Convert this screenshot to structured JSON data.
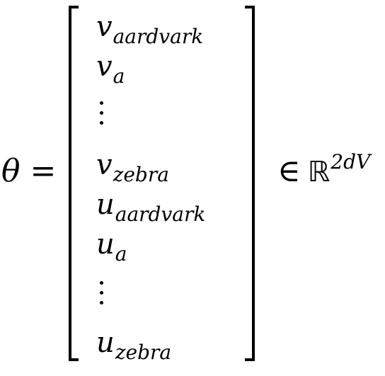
{
  "formula": {
    "lhs_symbol": "θ",
    "equals": "=",
    "entries": [
      {
        "base": "v",
        "sub": "aardvark"
      },
      {
        "base": "v",
        "sub": "a"
      },
      {
        "base": "v",
        "sub": "zebra"
      },
      {
        "base": "u",
        "sub": "aardvark"
      },
      {
        "base": "u",
        "sub": "a"
      },
      {
        "base": "u",
        "sub": "zebra"
      }
    ],
    "element_of": "∈",
    "set_symbol": "ℝ",
    "set_exponent": "2dV"
  }
}
